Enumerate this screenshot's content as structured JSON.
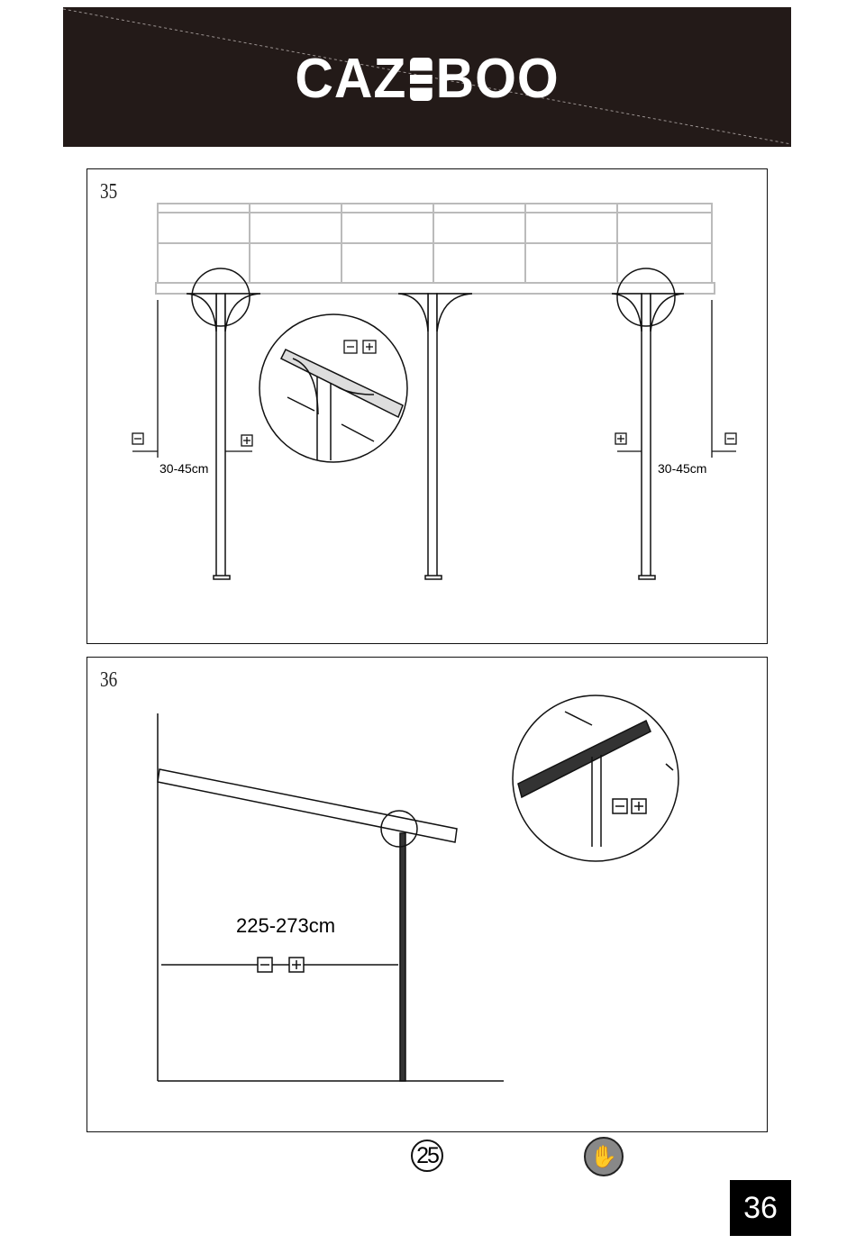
{
  "header": {
    "brand": "CAZ=BOO",
    "brand_left": "CAZ",
    "brand_right": "BOO",
    "background": "#231a18"
  },
  "steps": [
    {
      "number": "35",
      "measure_left": "30-45cm",
      "measure_right": "30-45cm"
    },
    {
      "number": "36",
      "measure": "225-273cm"
    }
  ],
  "footer": {
    "people_count": "25",
    "gloves_icon": "gloves-icon",
    "page_number": "36"
  }
}
